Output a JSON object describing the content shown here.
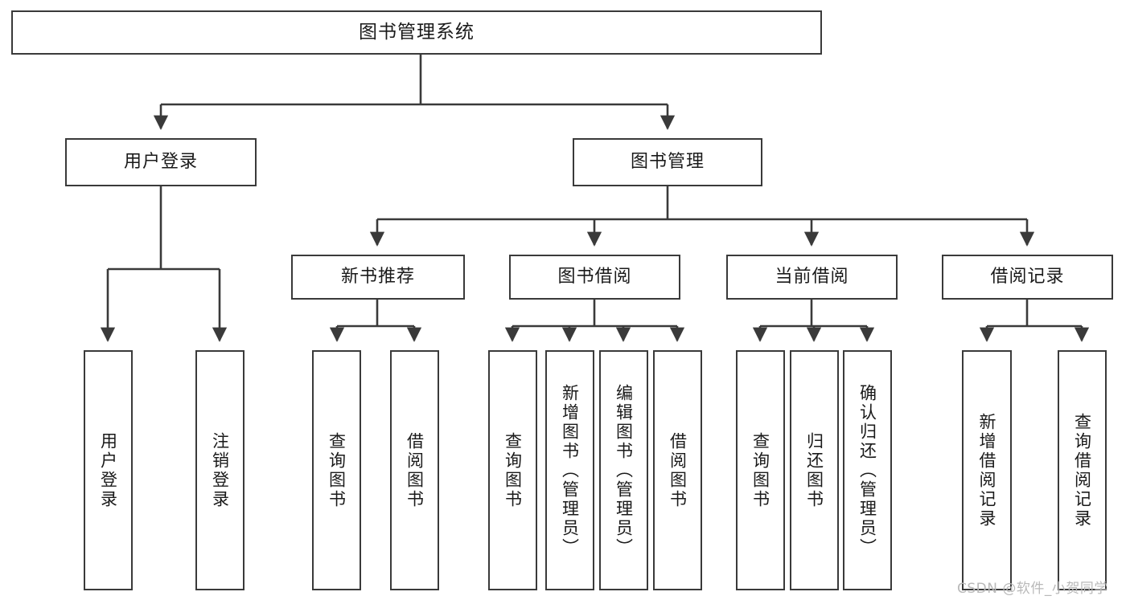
{
  "diagram": {
    "type": "tree-hierarchy-chart",
    "title": "图书管理系统",
    "stroke_color": "#3a3a3a",
    "background_color": "#ffffff",
    "text_color": "#1a1a1a"
  },
  "watermark": {
    "text": "CSDN @软件_小贺同学",
    "color": "#b9b9b9"
  },
  "nodes": {
    "root": {
      "label": "图书管理系统"
    },
    "level2": [
      {
        "id": "user-login",
        "label": "用户登录"
      },
      {
        "id": "book-manage",
        "label": "图书管理"
      }
    ],
    "level3": [
      {
        "id": "new-book-recommend",
        "label": "新书推荐"
      },
      {
        "id": "book-borrow",
        "label": "图书借阅"
      },
      {
        "id": "current-borrow",
        "label": "当前借阅"
      },
      {
        "id": "borrow-record",
        "label": "借阅记录"
      }
    ],
    "leaves": {
      "user_login": [
        {
          "id": "leaf-user-login",
          "label": "用户登录"
        },
        {
          "id": "leaf-logout-login",
          "label": "注销登录"
        }
      ],
      "new_book_recommend": [
        {
          "id": "leaf-query-book-1",
          "label": "查询图书"
        },
        {
          "id": "leaf-borrow-book-1",
          "label": "借阅图书"
        }
      ],
      "book_borrow": [
        {
          "id": "leaf-query-book-2",
          "label": "查询图书"
        },
        {
          "id": "leaf-add-book-admin",
          "label": "新增图书（管理员）"
        },
        {
          "id": "leaf-edit-book-admin",
          "label": "编辑图书（管理员）"
        },
        {
          "id": "leaf-borrow-book-2",
          "label": "借阅图书"
        }
      ],
      "current_borrow": [
        {
          "id": "leaf-query-book-3",
          "label": "查询图书"
        },
        {
          "id": "leaf-return-book",
          "label": "归还图书"
        },
        {
          "id": "leaf-confirm-return-admin",
          "label": "确认归还（管理员）"
        }
      ],
      "borrow_record": [
        {
          "id": "leaf-add-borrow-record",
          "label": "新增借阅记录"
        },
        {
          "id": "leaf-query-borrow-record",
          "label": "查询借阅记录"
        }
      ]
    }
  }
}
